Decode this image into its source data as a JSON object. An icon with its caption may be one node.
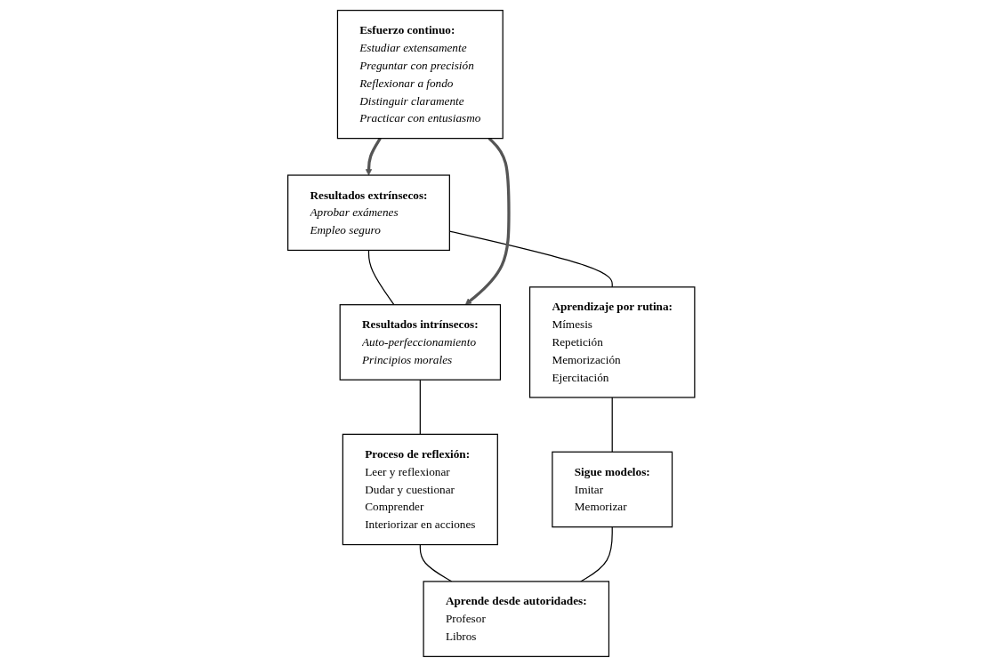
{
  "diagram": {
    "nodes": [
      {
        "text": [
          "Resultados extrínsecos:",
          "Aprobar exámenes",
          "Empleo seguro"
        ]
      },
      {
        "text": [
          "Resultados intrínsecos:",
          "Auto-perfeccionamiento",
          "Principios morales"
        ]
      },
      {
        "text": [
          "Aprendizaje por rutina:",
          "Mímesis",
          "Repetición",
          "Memorización",
          "Ejercitación"
        ]
      },
      {
        "text": [
          "Esfuerzo continuo:",
          "Estudiar extensamente",
          "Preguntar con precisión",
          "Reflexionar a fondo",
          "Distinguir claramente",
          "Practicar con entusiasmo"
        ]
      },
      {
        "text": [
          "Proceso de reflexión:",
          "Leer y reflexionar",
          "Dudar y cuestionar",
          "Comprender",
          "Interiorizar en acciones"
        ]
      },
      {
        "text": [
          "Sigue modelos:",
          "Imitar",
          "Memorizar"
        ]
      },
      {
        "text": [
          "Aprende desde autoridades:",
          "Profesor",
          "Libros"
        ]
      }
    ],
    "edges": [
      {
        "from": 0,
        "to": 1,
        "arrow": "none"
      },
      {
        "from": 0,
        "to": 2,
        "arrow": "none"
      },
      {
        "from": 1,
        "to": 4,
        "arrow": "none"
      },
      {
        "from": 2,
        "to": 5,
        "arrow": "none"
      },
      {
        "from": 4,
        "to": 6,
        "arrow": "none"
      },
      {
        "from": 5,
        "to": 6,
        "arrow": "none"
      },
      {
        "from": 3,
        "to": 0,
        "arrow": "to",
        "style": "thick"
      },
      {
        "from": 3,
        "to": 1,
        "arrow": "to",
        "style": "thick"
      }
    ]
  }
}
